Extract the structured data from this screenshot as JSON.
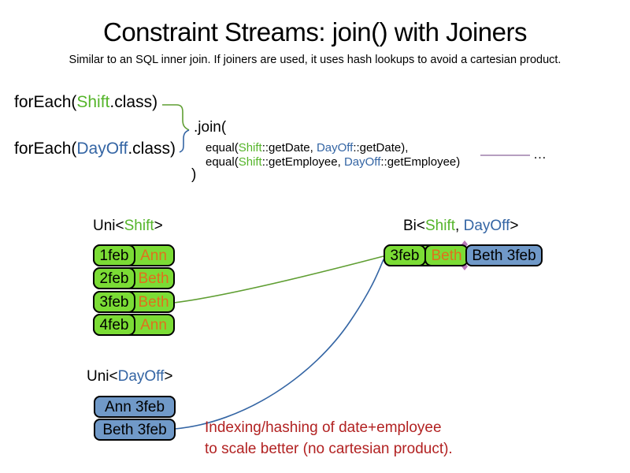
{
  "title": "Constraint Streams: join() with Joiners",
  "subtitle": "Similar to an SQL inner join. If joiners are used, it uses hash lookups to avoid a cartesian product.",
  "code": {
    "foreach_shift": {
      "prefix": "forEach(",
      "class_name": "Shift",
      "suffix": ".class)"
    },
    "foreach_dayoff": {
      "prefix": "forEach(",
      "class_name": "DayOff",
      "suffix": ".class)"
    },
    "join_open": ".join(",
    "joiner_date": {
      "prefix": "equal(",
      "left_class": "Shift",
      "left_rest": "::getDate, ",
      "right_class": "DayOff",
      "right_rest": "::getDate),"
    },
    "joiner_employee": {
      "prefix": "equal(",
      "left_class": "Shift",
      "left_rest": "::getEmployee, ",
      "right_class": "DayOff",
      "right_rest": "::getEmployee)"
    },
    "join_close": ")",
    "ellipsis": "…"
  },
  "uni_shift": {
    "label": {
      "prefix": "Uni<",
      "class_name": "Shift",
      "suffix": ">"
    },
    "rows": [
      {
        "date": "1feb",
        "employee": "Ann"
      },
      {
        "date": "2feb",
        "employee": "Beth"
      },
      {
        "date": "3feb",
        "employee": "Beth"
      },
      {
        "date": "4feb",
        "employee": "Ann"
      }
    ]
  },
  "bi": {
    "label": {
      "prefix": "Bi<",
      "class1": "Shift",
      "separator": ", ",
      "class2": "DayOff",
      "suffix": ">"
    },
    "row": {
      "shift_date": "3feb",
      "shift_employee": "Beth",
      "dayoff": "Beth 3feb"
    }
  },
  "uni_dayoff": {
    "label": {
      "prefix": "Uni<",
      "class_name": "DayOff",
      "suffix": ">"
    },
    "rows": [
      {
        "text": "Ann 3feb"
      },
      {
        "text": "Beth 3feb"
      }
    ]
  },
  "note": {
    "line1": "Indexing/hashing of date+employee",
    "line2": "to scale better (no cartesian product)."
  },
  "colors": {
    "shift_green_fill": "#7bdc35",
    "shift_green_text": "#55b52a",
    "dayoff_blue_fill": "#7099c8",
    "dayoff_blue_text": "#3465a4",
    "employee_orange": "#e0701d",
    "joiner_purple": "#8a649a",
    "junction_magenta": "#b878b8",
    "note_red": "#b22222"
  }
}
